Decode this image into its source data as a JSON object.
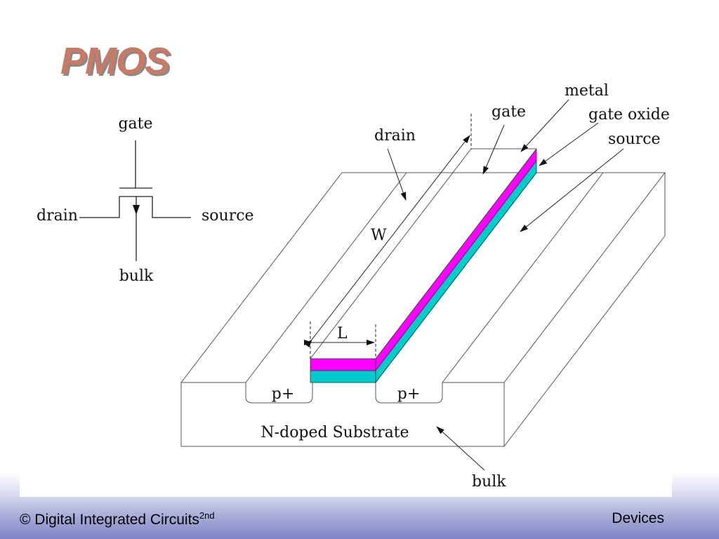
{
  "slide": {
    "title": "PMOS",
    "footer_prefix": "© Digital Integrated Circuits",
    "footer_superscript": "2nd",
    "footer_section": "Devices"
  },
  "symbol": {
    "gate": "gate",
    "drain": "drain",
    "source": "source",
    "bulk": "bulk"
  },
  "cross_section": {
    "drain": "drain",
    "gate": "gate",
    "metal": "metal",
    "gate_oxide": "gate oxide",
    "source": "source",
    "width": "W",
    "length": "L",
    "p_plus_left": "p+",
    "p_plus_right": "p+",
    "substrate": "N-doped Substrate",
    "bulk": "bulk"
  },
  "colors": {
    "metal": "#ff00ff",
    "gate_oxide": "#00cccc",
    "title": "#c97a64"
  }
}
